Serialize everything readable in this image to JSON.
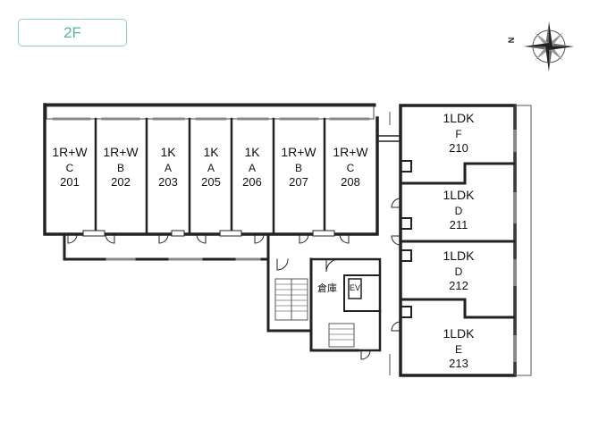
{
  "floor_label": "2F",
  "compass_label": "N",
  "storage_label": "倉庫",
  "elevator_label": "EV",
  "units": [
    {
      "type": "1R+W",
      "sub": "C",
      "num": "201"
    },
    {
      "type": "1R+W",
      "sub": "B",
      "num": "202"
    },
    {
      "type": "1K",
      "sub": "A",
      "num": "203"
    },
    {
      "type": "1K",
      "sub": "A",
      "num": "205"
    },
    {
      "type": "1K",
      "sub": "A",
      "num": "206"
    },
    {
      "type": "1R+W",
      "sub": "B",
      "num": "207"
    },
    {
      "type": "1R+W",
      "sub": "C",
      "num": "208"
    },
    {
      "type": "1LDK",
      "sub": "F",
      "num": "210"
    },
    {
      "type": "1LDK",
      "sub": "D",
      "num": "211"
    },
    {
      "type": "1LDK",
      "sub": "D",
      "num": "212"
    },
    {
      "type": "1LDK",
      "sub": "E",
      "num": "213"
    }
  ]
}
